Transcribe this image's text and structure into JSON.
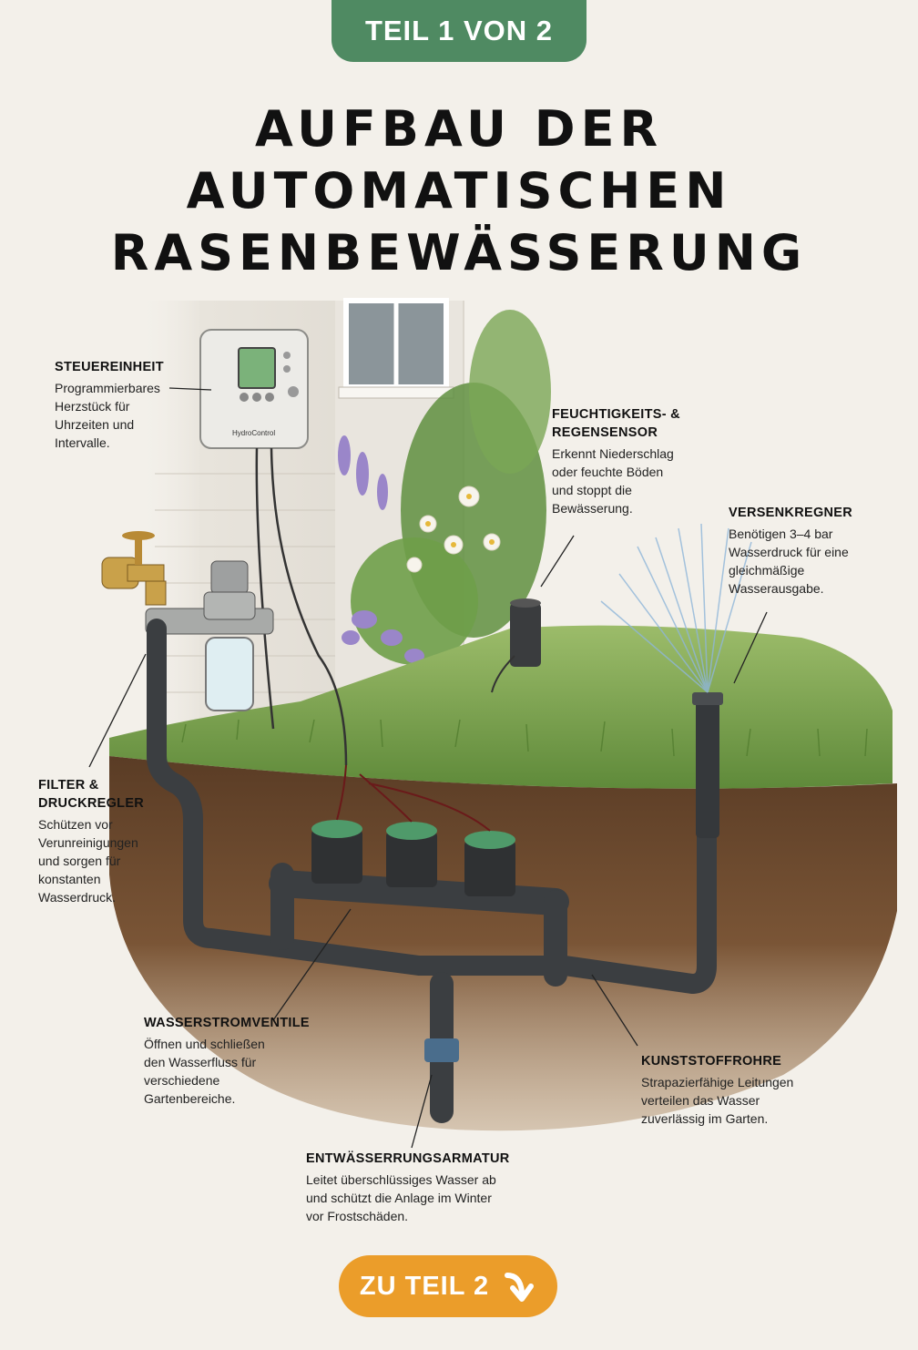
{
  "header": {
    "badge": "TEIL 1 VON 2"
  },
  "title": {
    "lines": [
      "AUFBAU DER",
      "AUTOMATISCHEN",
      "RASENBEWÄSSERUNG"
    ]
  },
  "device": {
    "brand_label": "HydroControl"
  },
  "labels": {
    "steuereinheit": {
      "title": "STEUEREINHEIT",
      "lines": [
        "Programmierbares",
        "Herzstück für",
        "Uhrzeiten und",
        "Intervalle."
      ]
    },
    "sensor": {
      "title_lines": [
        "FEUCHTIGKEITS- &",
        "REGENSENSOR"
      ],
      "lines": [
        "Erkennt Niederschlag",
        "oder feuchte Böden",
        "und stoppt die",
        "Bewässerung."
      ]
    },
    "versenkregner": {
      "title": "VERSENKREGNER",
      "lines": [
        "Benötigen 3–4 bar",
        "Wasserdruck für eine",
        "gleichmäßige",
        "Wasserausgabe."
      ]
    },
    "filter": {
      "title_lines": [
        "FILTER &",
        "DRUCKREGLER"
      ],
      "lines": [
        "Schützen vor",
        "Verunreinigungen",
        "und sorgen für",
        "konstanten",
        "Wasserdruck."
      ]
    },
    "ventile": {
      "title": "WASSERSTROMVENTILE",
      "lines": [
        "Öffnen und schließen",
        "den Wasserfluss für",
        "verschiedene",
        "Gartenbereiche."
      ]
    },
    "rohre": {
      "title": "KUNSTSTOFFROHRE",
      "lines": [
        "Strapazierfähige Leitungen",
        "verteilen das Wasser",
        "zuverlässig im Garten."
      ]
    },
    "entwaesserung": {
      "title": "ENTWÄSSERRUNGSARMATUR",
      "lines": [
        "Leitet überschlüssiges Wasser ab",
        "und schützt die Anlage im Winter",
        "vor Frostschäden."
      ]
    }
  },
  "cta": {
    "label": "ZU TEIL 2"
  },
  "colors": {
    "badge": "#4f8a62",
    "cta": "#eb9d2a",
    "pipe": "#3a3d40",
    "soil": "#6b4a30",
    "grass": "#7ea24e"
  }
}
